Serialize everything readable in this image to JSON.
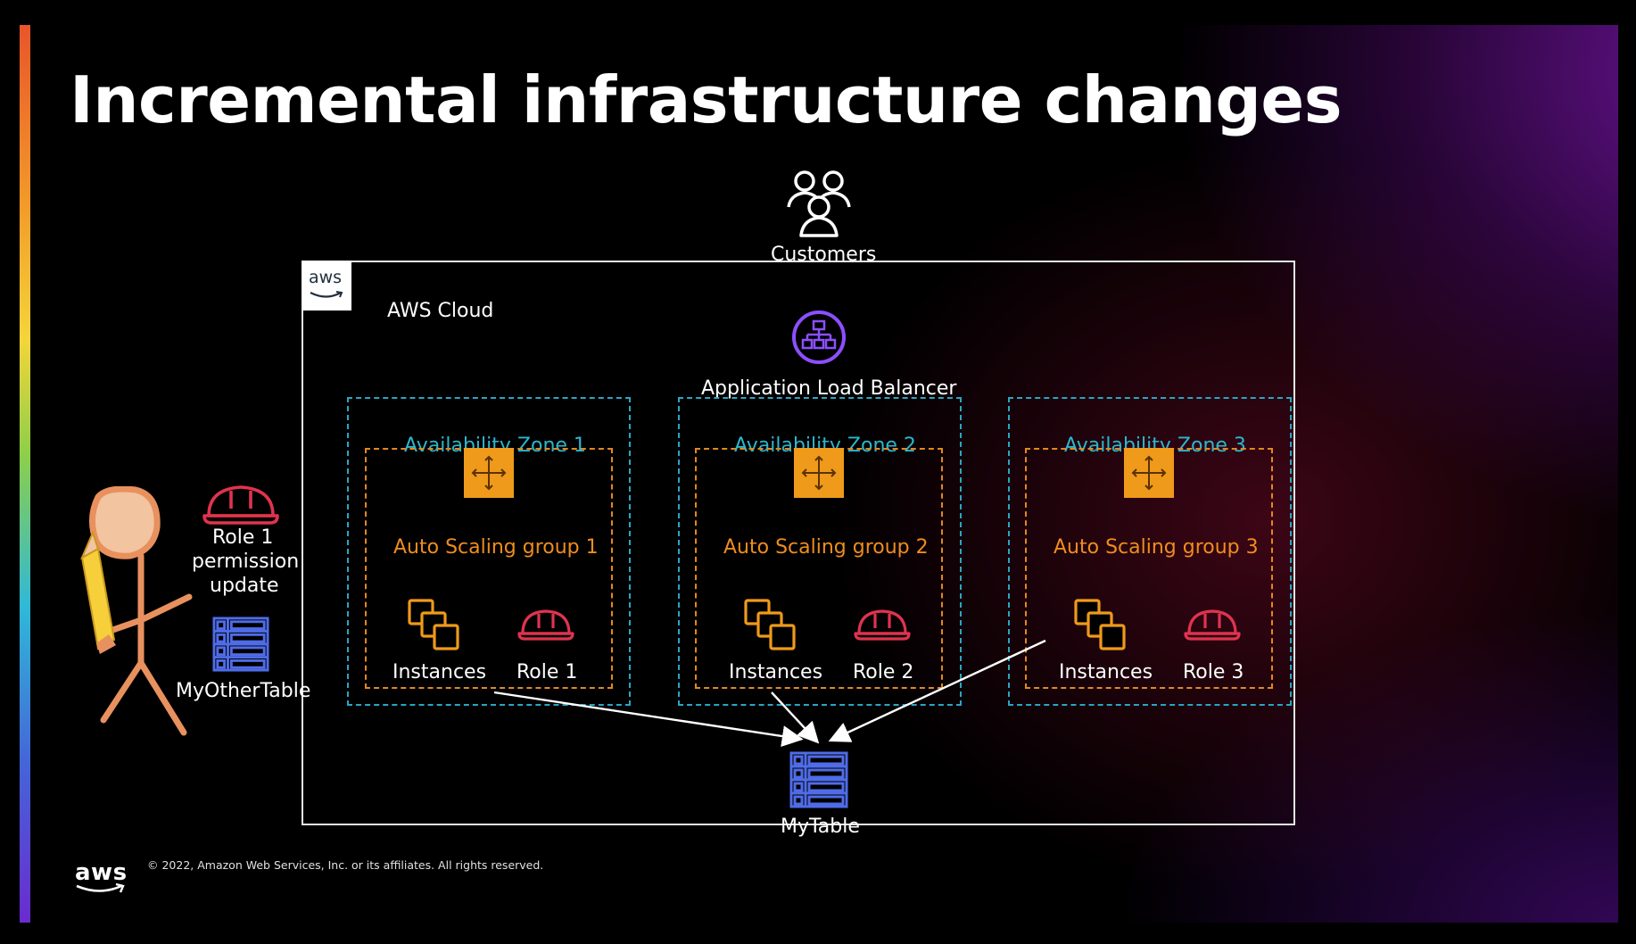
{
  "slide": {
    "title": "Incremental infrastructure changes",
    "copyright": "© 2022, Amazon Web Services, Inc. or its affiliates. All rights reserved.",
    "footer_logo_text": "aws"
  },
  "diagram": {
    "customers": {
      "label": "Customers",
      "icon": "users-icon"
    },
    "cloud": {
      "label": "AWS Cloud",
      "badge_text": "aws"
    },
    "load_balancer": {
      "label": "Application Load Balancer",
      "icon": "load-balancer-icon"
    },
    "zones": [
      {
        "label": "Availability Zone 1",
        "asg_label": "Auto Scaling group 1",
        "instances_label": "Instances",
        "role_label": "Role 1"
      },
      {
        "label": "Availability Zone 2",
        "asg_label": "Auto Scaling group 2",
        "instances_label": "Instances",
        "role_label": "Role 2"
      },
      {
        "label": "Availability Zone 3",
        "asg_label": "Auto Scaling group 3",
        "instances_label": "Instances",
        "role_label": "Role 3"
      }
    ],
    "table": {
      "label": "MyTable",
      "icon": "table-icon"
    },
    "side": {
      "role_label_1": "Role 1",
      "role_label_2": "permission",
      "role_label_3": "update",
      "other_table_label": "MyOtherTable"
    },
    "colors": {
      "cloud_border": "#e8e8e8",
      "zone_border": "#2ba5c4",
      "asg_border": "#e4871f",
      "asg_icon": "#ef9a1b",
      "role_icon": "#e0334f",
      "table_icon": "#4f6ce8",
      "load_balancer_icon": "#8c4fff"
    }
  }
}
